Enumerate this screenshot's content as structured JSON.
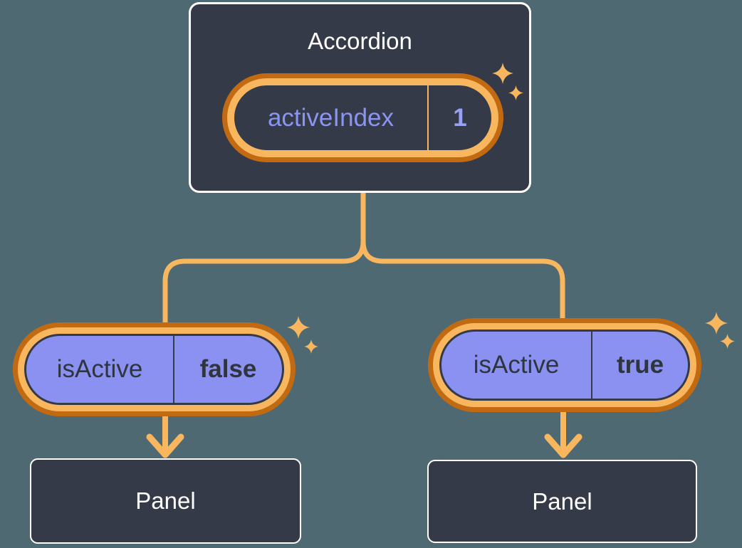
{
  "diagram": {
    "description": "React component tree: Accordion lifting state, two child panels",
    "background_color": "#4E6971",
    "colors": {
      "box_fill": "#343A47",
      "box_border": "#FFFFFF",
      "connector_orange": "#F8B75F",
      "ring_dark_orange": "#C26A12",
      "pill_purple": "#8B91F0",
      "purple_text": "#8B95F1",
      "dark_text": "#2F353E"
    }
  },
  "accordion": {
    "title": "Accordion",
    "state": {
      "name": "activeIndex",
      "value": "1"
    }
  },
  "children": [
    {
      "state": {
        "name": "isActive",
        "value": "false"
      },
      "panel_label": "Panel"
    },
    {
      "state": {
        "name": "isActive",
        "value": "true"
      },
      "panel_label": "Panel"
    }
  ],
  "icons": {
    "sparkle": "four-point-star"
  }
}
